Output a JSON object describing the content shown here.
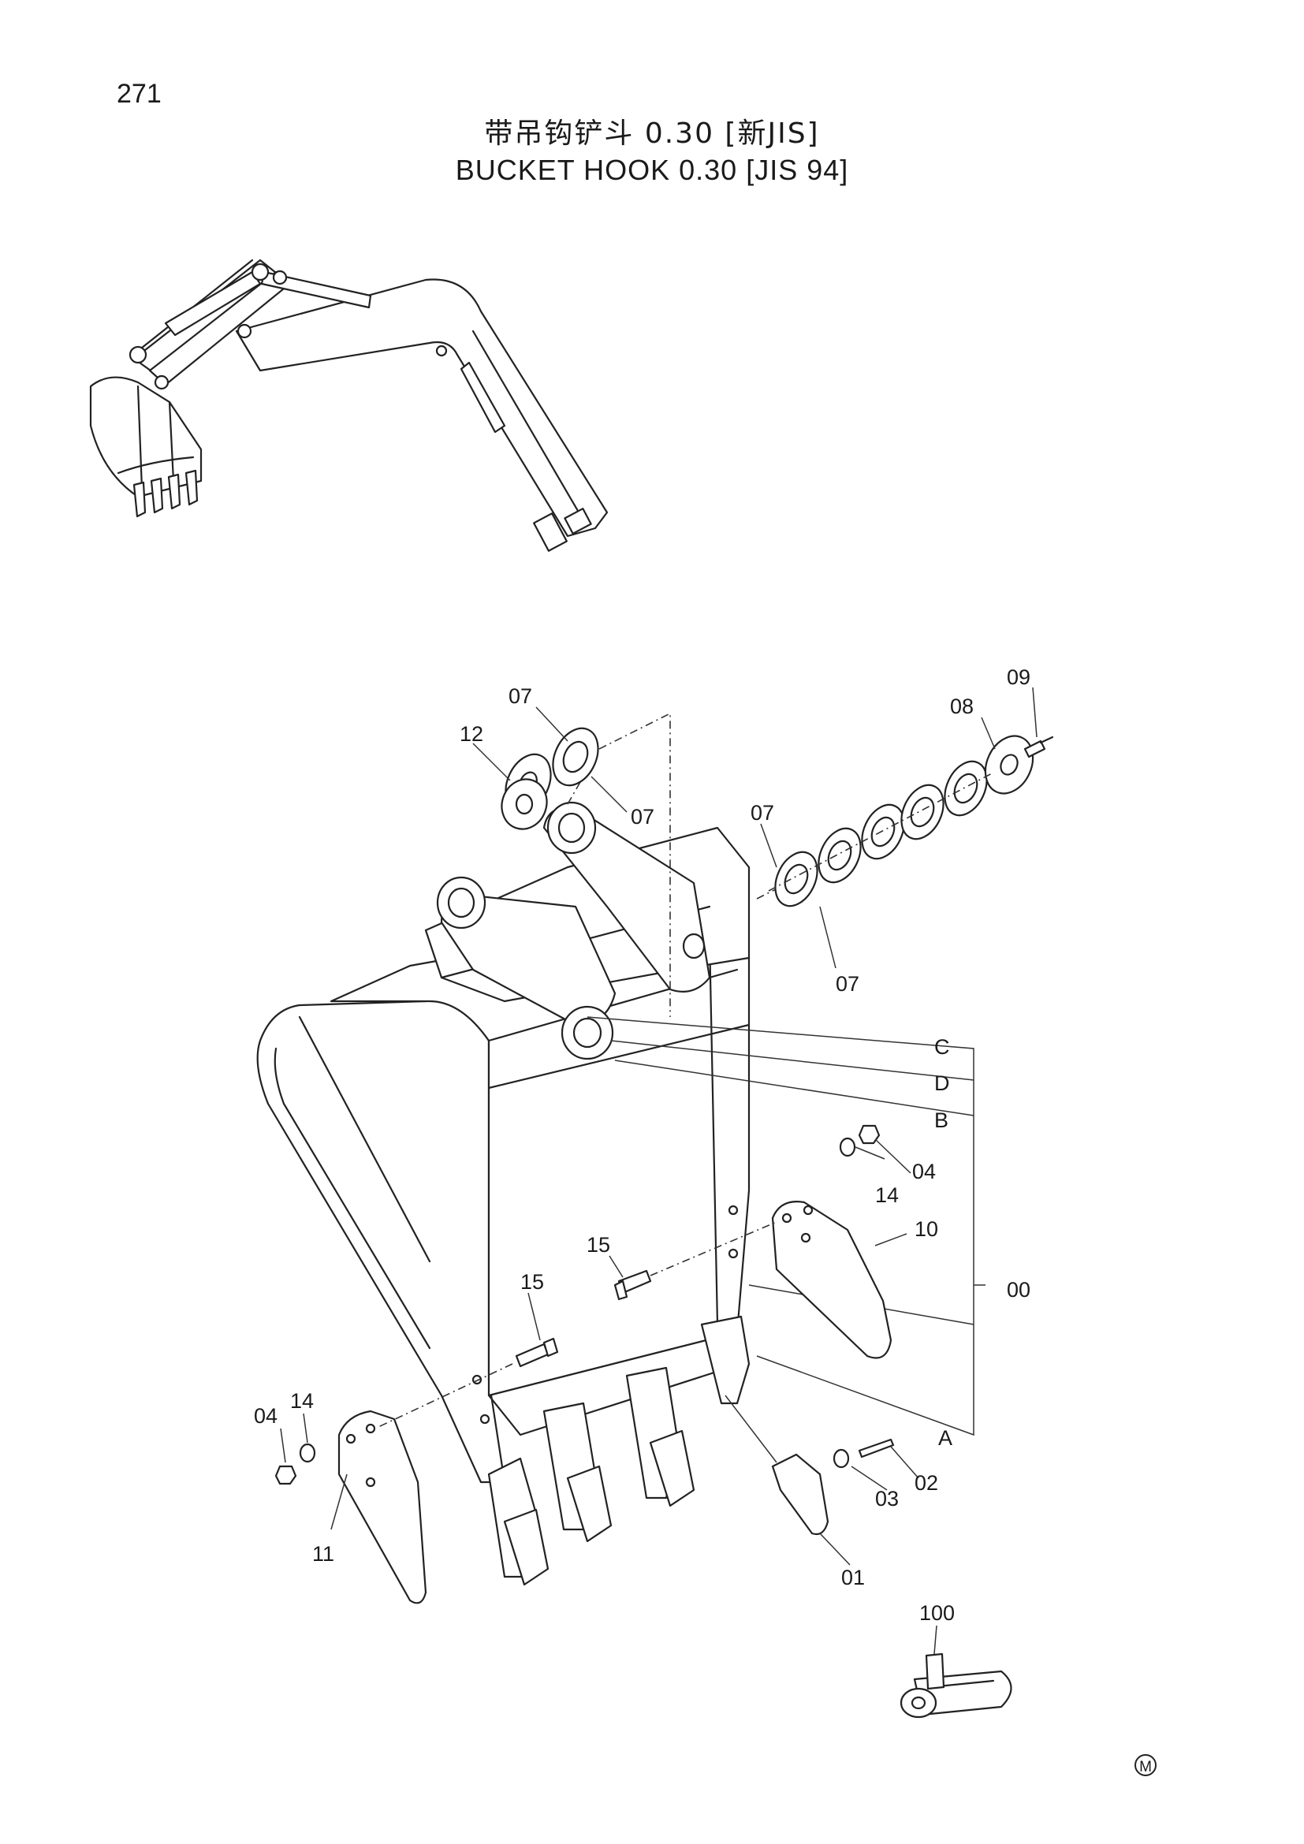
{
  "page": {
    "number": "271"
  },
  "title": {
    "cn": "带吊钩铲斗 0.30 [新JIS]",
    "en": "BUCKET HOOK 0.30 [JIS 94]"
  },
  "callouts": {
    "p00": "00",
    "p01": "01",
    "p02": "02",
    "p03": "03",
    "p04a": "04",
    "p04b": "04",
    "p07a": "07",
    "p07b": "07",
    "p07c": "07",
    "p07d": "07",
    "p08": "08",
    "p09": "09",
    "p10": "10",
    "p11": "11",
    "p12": "12",
    "p14a": "14",
    "p14b": "14",
    "p15a": "15",
    "p15b": "15",
    "p100": "100"
  },
  "letters": {
    "A": "A",
    "B": "B",
    "C": "C",
    "D": "D"
  },
  "mark": {
    "symbol": "M"
  }
}
